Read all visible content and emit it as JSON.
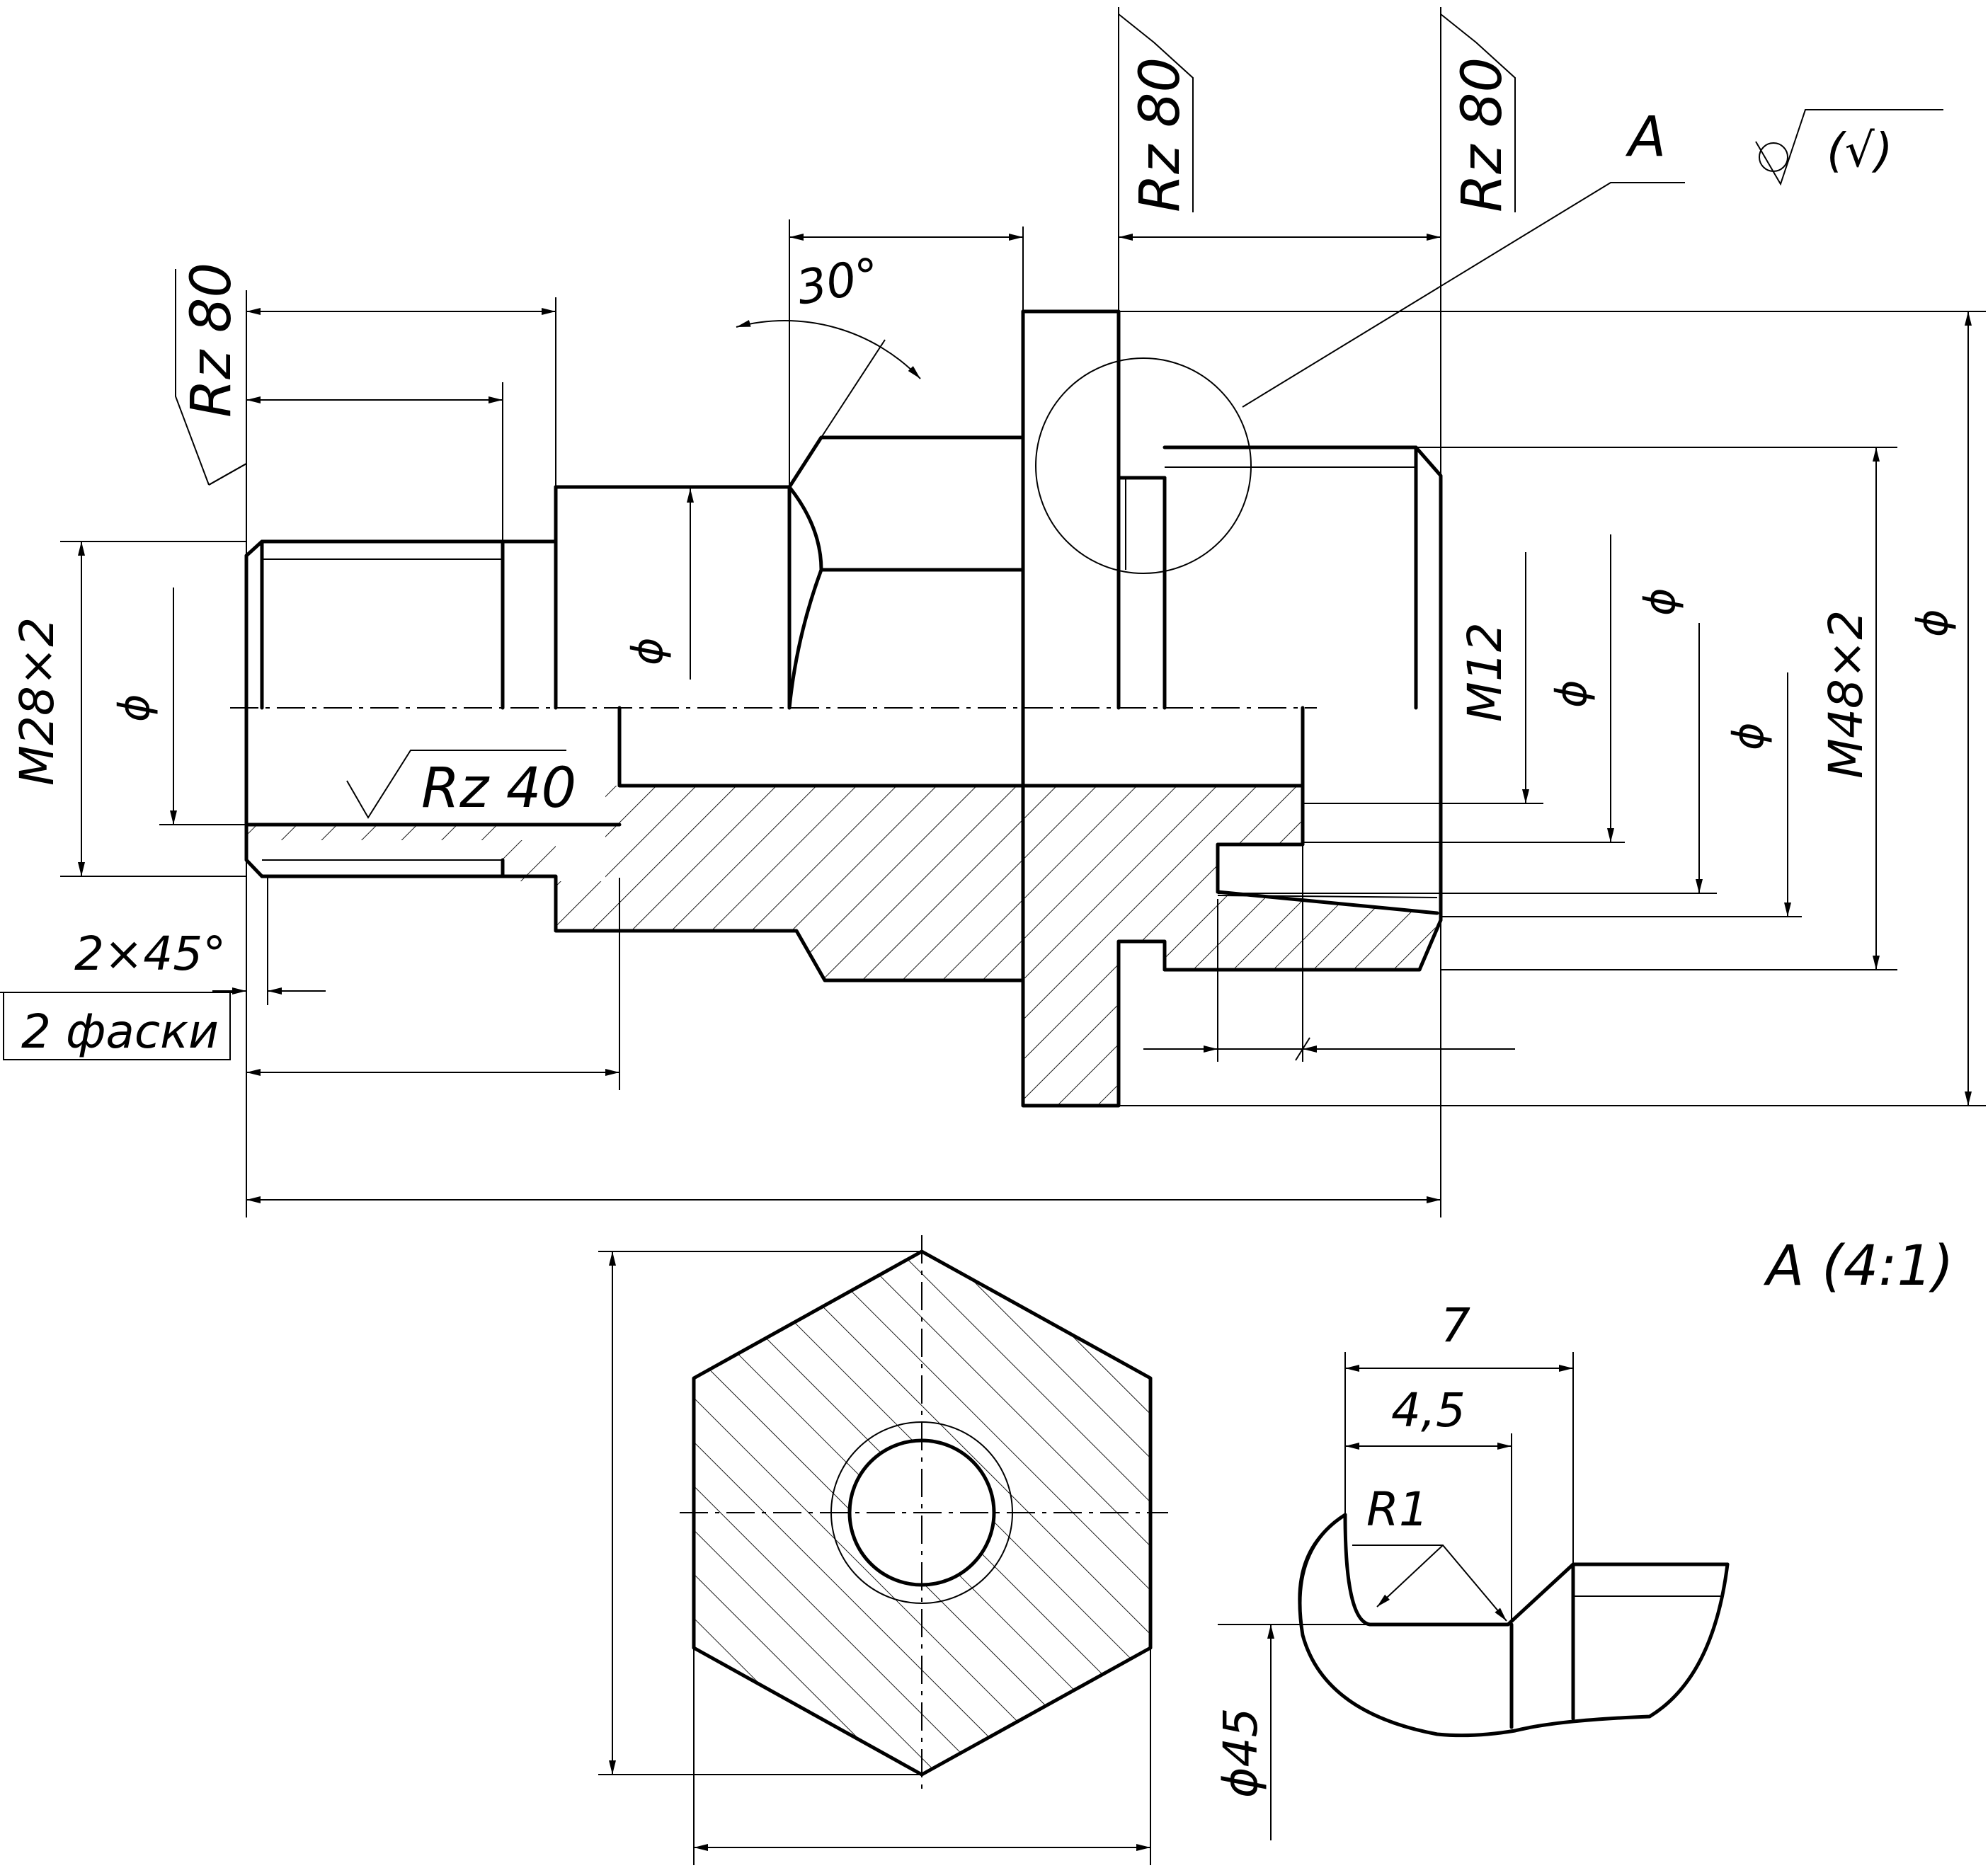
{
  "roughness": {
    "main_view": "Rz 80",
    "inner_bore": "Rz 40",
    "general": "(√)"
  },
  "dimensions": {
    "thread_left": "M28×2",
    "thread_right": "M48×2",
    "thread_inner": "M12",
    "diameter_symbol": "ϕ",
    "angle": "30°",
    "chamfer": "2×45°",
    "chamfer_note": "2 фаски",
    "detail_len_total": "7",
    "detail_len_partial": "4,5",
    "detail_radius": "R1",
    "detail_diameter": "ϕ45"
  },
  "views": {
    "section_ref": "A",
    "detail_title": "A (4:1)"
  }
}
